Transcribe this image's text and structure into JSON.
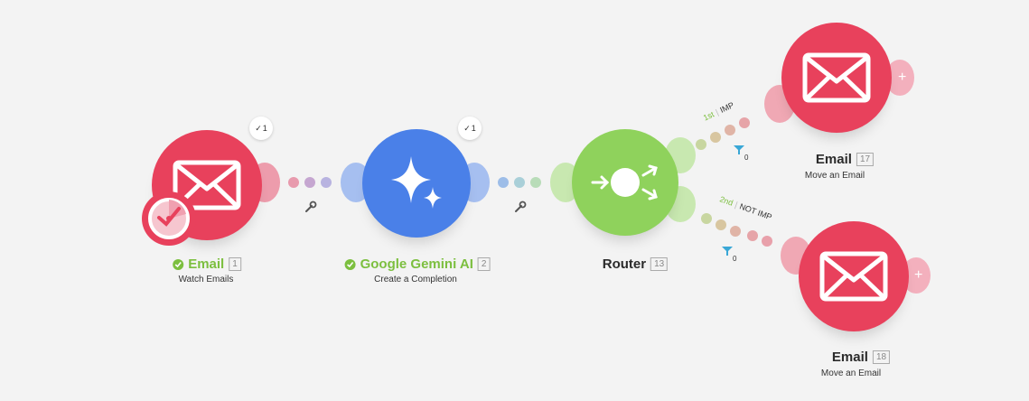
{
  "modules": [
    {
      "title": "Email",
      "id": "1",
      "subtitle": "Watch Emails",
      "badge_count": "1"
    },
    {
      "title": "Google Gemini AI",
      "id": "2",
      "subtitle": "Create a Completion",
      "badge_count": "1"
    },
    {
      "title": "Router",
      "id": "13"
    },
    {
      "title": "Email",
      "id": "17",
      "subtitle": "Move an Email"
    },
    {
      "title": "Email",
      "id": "18",
      "subtitle": "Move an Email"
    }
  ],
  "routes": [
    {
      "order": "1st",
      "name": "IMP",
      "filter_count": "0"
    },
    {
      "order": "2nd",
      "name": "NOT IMP",
      "filter_count": "0"
    }
  ],
  "add_label": "+",
  "colors": {
    "email": "#e8415c",
    "gemini": "#4a80e8",
    "router": "#8fd25c",
    "ok": "#7cbf3f"
  }
}
